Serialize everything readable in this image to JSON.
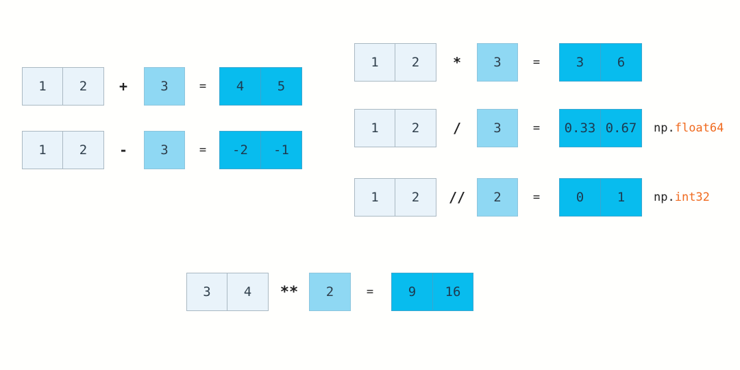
{
  "operations": [
    {
      "array": [
        "1",
        "2"
      ],
      "operator": "+",
      "operand": "3",
      "equals": "=",
      "result": [
        "4",
        "5"
      ]
    },
    {
      "array": [
        "1",
        "2"
      ],
      "operator": "-",
      "operand": "3",
      "equals": "=",
      "result": [
        "-2",
        "-1"
      ]
    },
    {
      "array": [
        "1",
        "2"
      ],
      "operator": "*",
      "operand": "3",
      "equals": "=",
      "result": [
        "3",
        "6"
      ]
    },
    {
      "array": [
        "1",
        "2"
      ],
      "operator": "/",
      "operand": "3",
      "equals": "=",
      "result": [
        "0.33",
        "0.67"
      ],
      "dtype": {
        "prefix": "np.",
        "name": "float64"
      }
    },
    {
      "array": [
        "1",
        "2"
      ],
      "operator": "//",
      "operand": "2",
      "equals": "=",
      "result": [
        "0",
        "1"
      ],
      "dtype": {
        "prefix": "np.",
        "name": "int32"
      }
    },
    {
      "array": [
        "3",
        "4"
      ],
      "operator": "**",
      "operand": "2",
      "equals": "=",
      "result": [
        "9",
        "16"
      ]
    }
  ],
  "colors": {
    "array_cell": "#e9f3fa",
    "operand_cell": "#8fd8f3",
    "result_cell": "#08bcee",
    "dtype_name": "#f06a1e"
  }
}
